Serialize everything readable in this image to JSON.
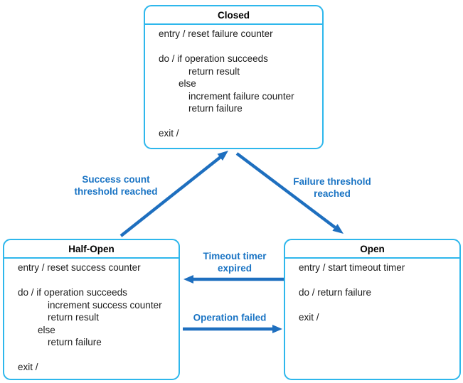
{
  "colors": {
    "box_border": "#2eb7ec",
    "arrow": "#1e6fbf",
    "label": "#1a74c4",
    "title_text": "#000000",
    "body_text": "#1c1c1c",
    "background": "#ffffff"
  },
  "states": {
    "closed": {
      "title": "Closed",
      "lines": [
        {
          "text": "entry / reset failure counter",
          "indent": 0
        },
        {
          "text": "",
          "indent": 0
        },
        {
          "text": "do / if operation succeeds",
          "indent": 0
        },
        {
          "text": "return result",
          "indent": 2
        },
        {
          "text": "else",
          "indent": 1
        },
        {
          "text": "increment failure counter",
          "indent": 2
        },
        {
          "text": "return failure",
          "indent": 2
        },
        {
          "text": "",
          "indent": 0
        },
        {
          "text": "exit /",
          "indent": 0
        }
      ]
    },
    "half_open": {
      "title": "Half-Open",
      "lines": [
        {
          "text": "entry / reset success counter",
          "indent": 0
        },
        {
          "text": "",
          "indent": 0
        },
        {
          "text": "do / if operation succeeds",
          "indent": 0
        },
        {
          "text": "increment success counter",
          "indent": 2
        },
        {
          "text": "return result",
          "indent": 2
        },
        {
          "text": "else",
          "indent": 1
        },
        {
          "text": "return failure",
          "indent": 2
        },
        {
          "text": "",
          "indent": 0
        },
        {
          "text": "exit /",
          "indent": 0
        }
      ]
    },
    "open": {
      "title": "Open",
      "lines": [
        {
          "text": "entry / start timeout timer",
          "indent": 0
        },
        {
          "text": "",
          "indent": 0
        },
        {
          "text": "do / return failure",
          "indent": 0
        },
        {
          "text": "",
          "indent": 0
        },
        {
          "text": "exit /",
          "indent": 0
        }
      ]
    }
  },
  "transitions": {
    "success": {
      "lines": [
        "Success count",
        "threshold reached"
      ]
    },
    "failure": {
      "lines": [
        "Failure threshold",
        "reached"
      ]
    },
    "timeout": {
      "lines": [
        "Timeout timer",
        "expired"
      ]
    },
    "operation_failed": {
      "lines": [
        "Operation failed"
      ]
    }
  }
}
